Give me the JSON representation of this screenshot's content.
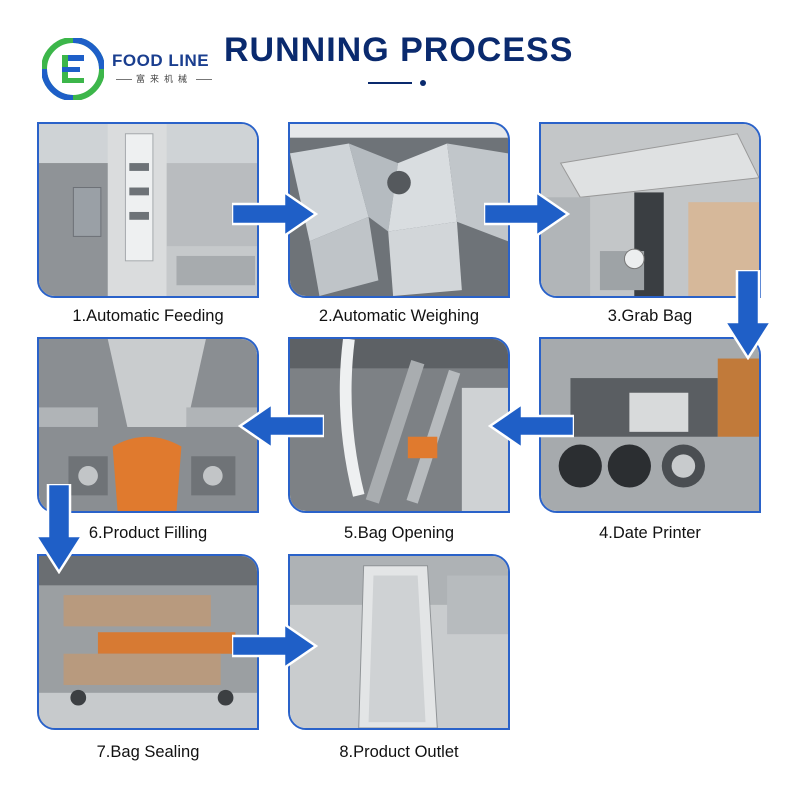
{
  "brand": {
    "name": "FOOD LINE",
    "subtitle": "富来机械",
    "logo_icon": "food-line-logo-icon"
  },
  "title": "RUNNING PROCESS",
  "colors": {
    "accent": "#2a62c9",
    "title": "#0a2a6e",
    "arrow": "#1f5fc7"
  },
  "steps": [
    {
      "label": "1.Automatic Feeding"
    },
    {
      "label": "2.Automatic Weighing"
    },
    {
      "label": "3.Grab Bag"
    },
    {
      "label": "4.Date Printer"
    },
    {
      "label": "5.Bag Opening"
    },
    {
      "label": "6.Product Filling"
    },
    {
      "label": "7.Bag Sealing"
    },
    {
      "label": "8.Product Outlet"
    }
  ]
}
